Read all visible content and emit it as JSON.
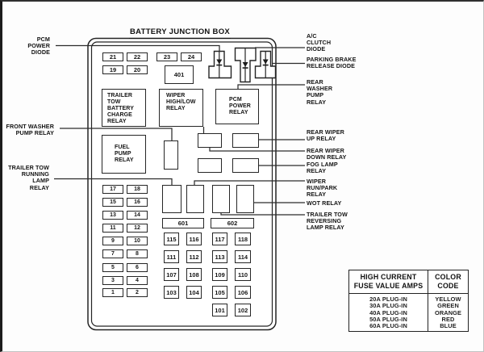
{
  "title": "BATTERY JUNCTION BOX",
  "callouts_left": [
    {
      "label": "PCM\nPOWER\nDIODE"
    },
    {
      "label": "FRONT WASHER\nPUMP RELAY"
    },
    {
      "label": "TRAILER TOW\nRUNNING LAMP\nRELAY"
    }
  ],
  "callouts_right": [
    {
      "label": "A/C\nCLUTCH\nDIODE"
    },
    {
      "label": "PARKING BRAKE\nRELEASE DIODE"
    },
    {
      "label": "REAR\nWASHER\nPUMP\nRELAY"
    },
    {
      "label": "REAR WIPER\nUP RELAY"
    },
    {
      "label": "REAR WIPER\nDOWN RELAY"
    },
    {
      "label": "FOG LAMP\nRELAY"
    },
    {
      "label": "WIPER\nRUN/PARK\nRELAY"
    },
    {
      "label": "WOT RELAY"
    },
    {
      "label": "TRAILER TOW\nREVERSING\nLAMP RELAY"
    }
  ],
  "box": {
    "top_fuses": {
      "f21": "21",
      "f22": "22",
      "f23": "23",
      "f24": "24",
      "f19": "19",
      "f20": "20",
      "f401": "401"
    },
    "relays": {
      "trailer_tow_battery_charge": "TRAILER TOW\nBATTERY\nCHARGE\nRELAY",
      "wiper_high_low": "WIPER\nHIGH/LOW\nRELAY",
      "pcm_power": "PCM\nPOWER\nRELAY",
      "fuel_pump": "FUEL\nPUMP\nRELAY"
    },
    "bus": {
      "b601": "601",
      "b602": "602"
    },
    "mini_rows": [
      [
        "17",
        "18"
      ],
      [
        "15",
        "16"
      ],
      [
        "13",
        "14"
      ],
      [
        "11",
        "12"
      ],
      [
        "9",
        "10"
      ],
      [
        "7",
        "8"
      ],
      [
        "5",
        "6"
      ],
      [
        "3",
        "4"
      ],
      [
        "1",
        "2"
      ]
    ],
    "square_rows": [
      [
        "115",
        "116",
        "117",
        "118"
      ],
      [
        "111",
        "112",
        "113",
        "114"
      ],
      [
        "107",
        "108",
        "109",
        "110"
      ],
      [
        "103",
        "104",
        "105",
        "106"
      ],
      [
        "101",
        "102"
      ]
    ]
  },
  "legend": {
    "header_fuse": "HIGH CURRENT\nFUSE VALUE AMPS",
    "header_color": "COLOR\nCODE",
    "rows": [
      {
        "amps": "20A PLUG-IN",
        "color": "YELLOW"
      },
      {
        "amps": "30A PLUG-IN",
        "color": "GREEN"
      },
      {
        "amps": "40A PLUG-IN",
        "color": "ORANGE"
      },
      {
        "amps": "50A PLUG-IN",
        "color": "RED"
      },
      {
        "amps": "60A PLUG-IN",
        "color": "BLUE"
      }
    ]
  }
}
